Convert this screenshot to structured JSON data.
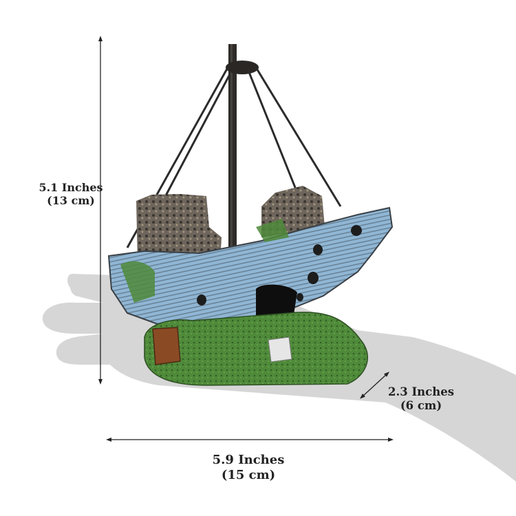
{
  "product": {
    "subject": "Aquarium shipwreck ornament with mast and rigging",
    "colors": {
      "background": "#ffffff",
      "hand_silhouette": "#d6d6d6",
      "hull_blue": "#8fb6d4",
      "rock_gray": "#6e665c",
      "moss_green": "#4f8a3a",
      "mast": "#2e2b28",
      "rust_barrel": "#8a4a24",
      "annotation": "#222222"
    }
  },
  "dimensions": {
    "height": {
      "inches": "5.1 Inches",
      "cm": "(13 cm)",
      "arrow": "vertical"
    },
    "depth": {
      "inches": "2.3 Inches",
      "cm": "(6 cm)",
      "arrow": "diagonal"
    },
    "width": {
      "inches": "5.9 Inches",
      "cm": "(15 cm)",
      "arrow": "horizontal"
    }
  }
}
